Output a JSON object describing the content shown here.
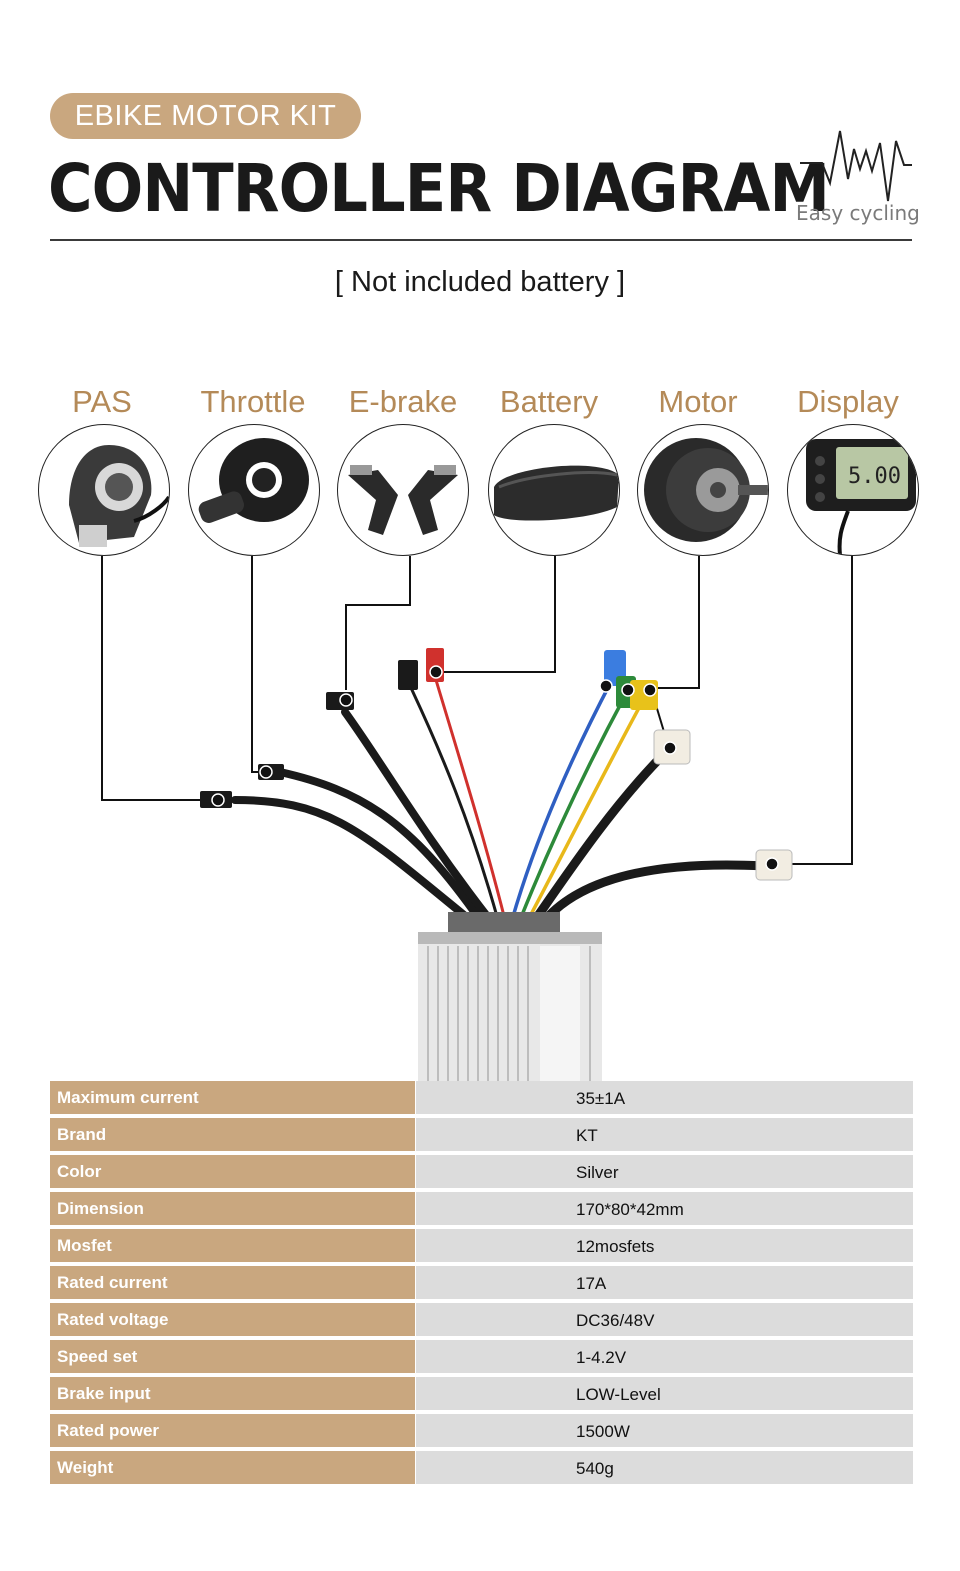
{
  "header": {
    "badge": "EBIKE MOTOR KIT",
    "title": "CONTROLLER  DIAGRAM",
    "tagline": "Easy cycling",
    "pulse_icon": "heartbeat-line-icon"
  },
  "note": "[ Not included battery ]",
  "components": [
    {
      "label": "PAS",
      "icon": "pas-sensor-icon"
    },
    {
      "label": "Throttle",
      "icon": "thumb-throttle-icon"
    },
    {
      "label": "E-brake",
      "icon": "brake-levers-icon"
    },
    {
      "label": "Battery",
      "icon": "battery-pack-icon"
    },
    {
      "label": "Motor",
      "icon": "hub-motor-icon"
    },
    {
      "label": "Display",
      "icon": "lcd-display-icon"
    }
  ],
  "display_screen": "5.00",
  "colors": {
    "accent": "#c9a77f",
    "label": "#b48a58",
    "value_bg": "#dcdcdc",
    "wire_red": "#d0312d",
    "wire_blue": "#2f5fc2",
    "wire_green": "#2d8a3a",
    "wire_yellow": "#e8b81a"
  },
  "specs": [
    {
      "key": "Maximum current",
      "value": "35±1A"
    },
    {
      "key": "Brand",
      "value": "KT"
    },
    {
      "key": "Color",
      "value": "Silver"
    },
    {
      "key": "Dimension",
      "value": "170*80*42mm"
    },
    {
      "key": "Mosfet",
      "value": "12mosfets"
    },
    {
      "key": "Rated current",
      "value": "17A"
    },
    {
      "key": "Rated voltage",
      "value": "DC36/48V"
    },
    {
      "key": "Speed set",
      "value": "1-4.2V"
    },
    {
      "key": "Brake input",
      "value": "LOW-Level"
    },
    {
      "key": "Rated power",
      "value": "1500W"
    },
    {
      "key": "Weight",
      "value": "540g"
    }
  ]
}
